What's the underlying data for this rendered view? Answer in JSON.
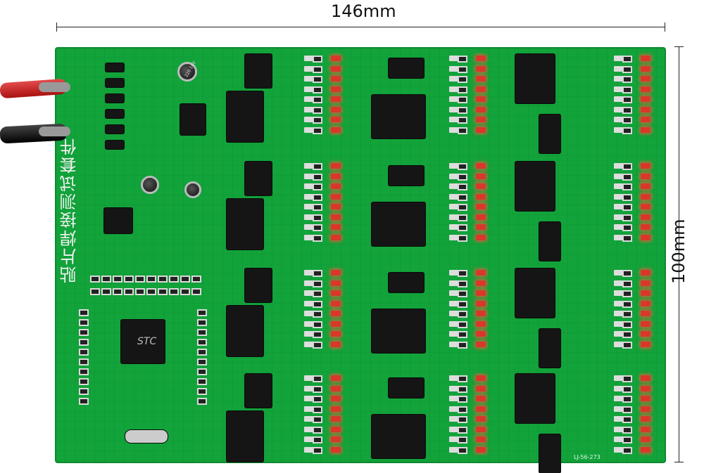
{
  "dimensions": {
    "width_label": "146mm",
    "height_label": "100mm"
  },
  "board": {
    "title": "贴片焊接测试套件",
    "mcu_label": "STC",
    "capacitor_label": "220 16V",
    "footer_code": "LJ-56-273",
    "colors": {
      "pcb": "#12a33a",
      "led_on": "#d8382a",
      "ic": "#151515",
      "silkscreen": "#e8f5e8"
    }
  }
}
